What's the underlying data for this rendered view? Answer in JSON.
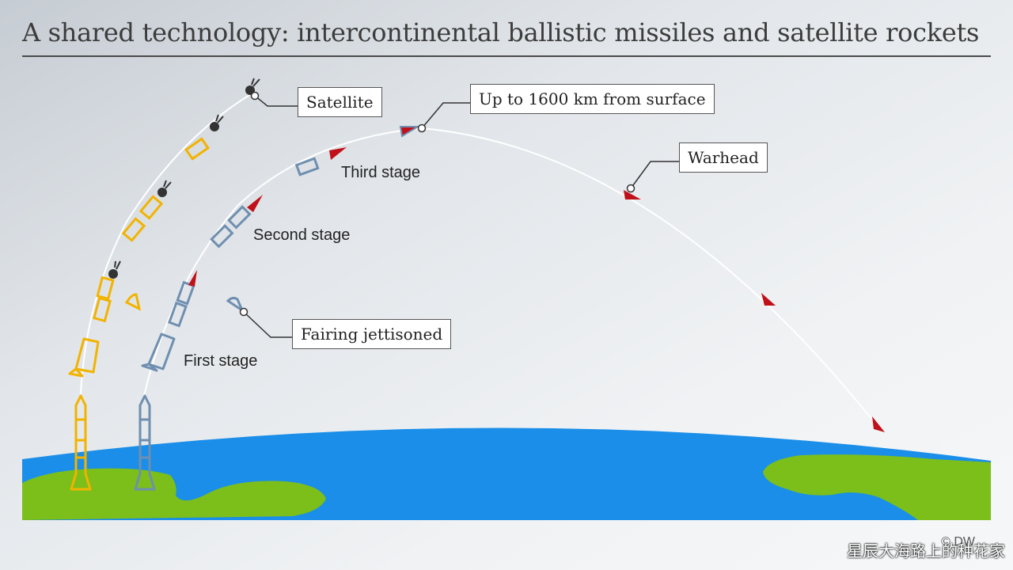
{
  "title": "A shared technology: intercontinental ballistic missiles and satellite rockets",
  "labels": {
    "satellite": "Satellite",
    "apogee": "Up to 1600 km from surface",
    "warhead": "Warhead",
    "third_stage": "Third stage",
    "second_stage": "Second stage",
    "first_stage": "First stage",
    "fairing": "Fairing jettisoned"
  },
  "credit": "© DW",
  "watermark": "星辰大海路上的种花家",
  "colors": {
    "satellite_rocket": "#f2b300",
    "missile": "#6f8fb0",
    "warhead": "#c0111a",
    "ocean": "#1a8ee8",
    "land": "#7cbf1a",
    "text": "#222222"
  }
}
